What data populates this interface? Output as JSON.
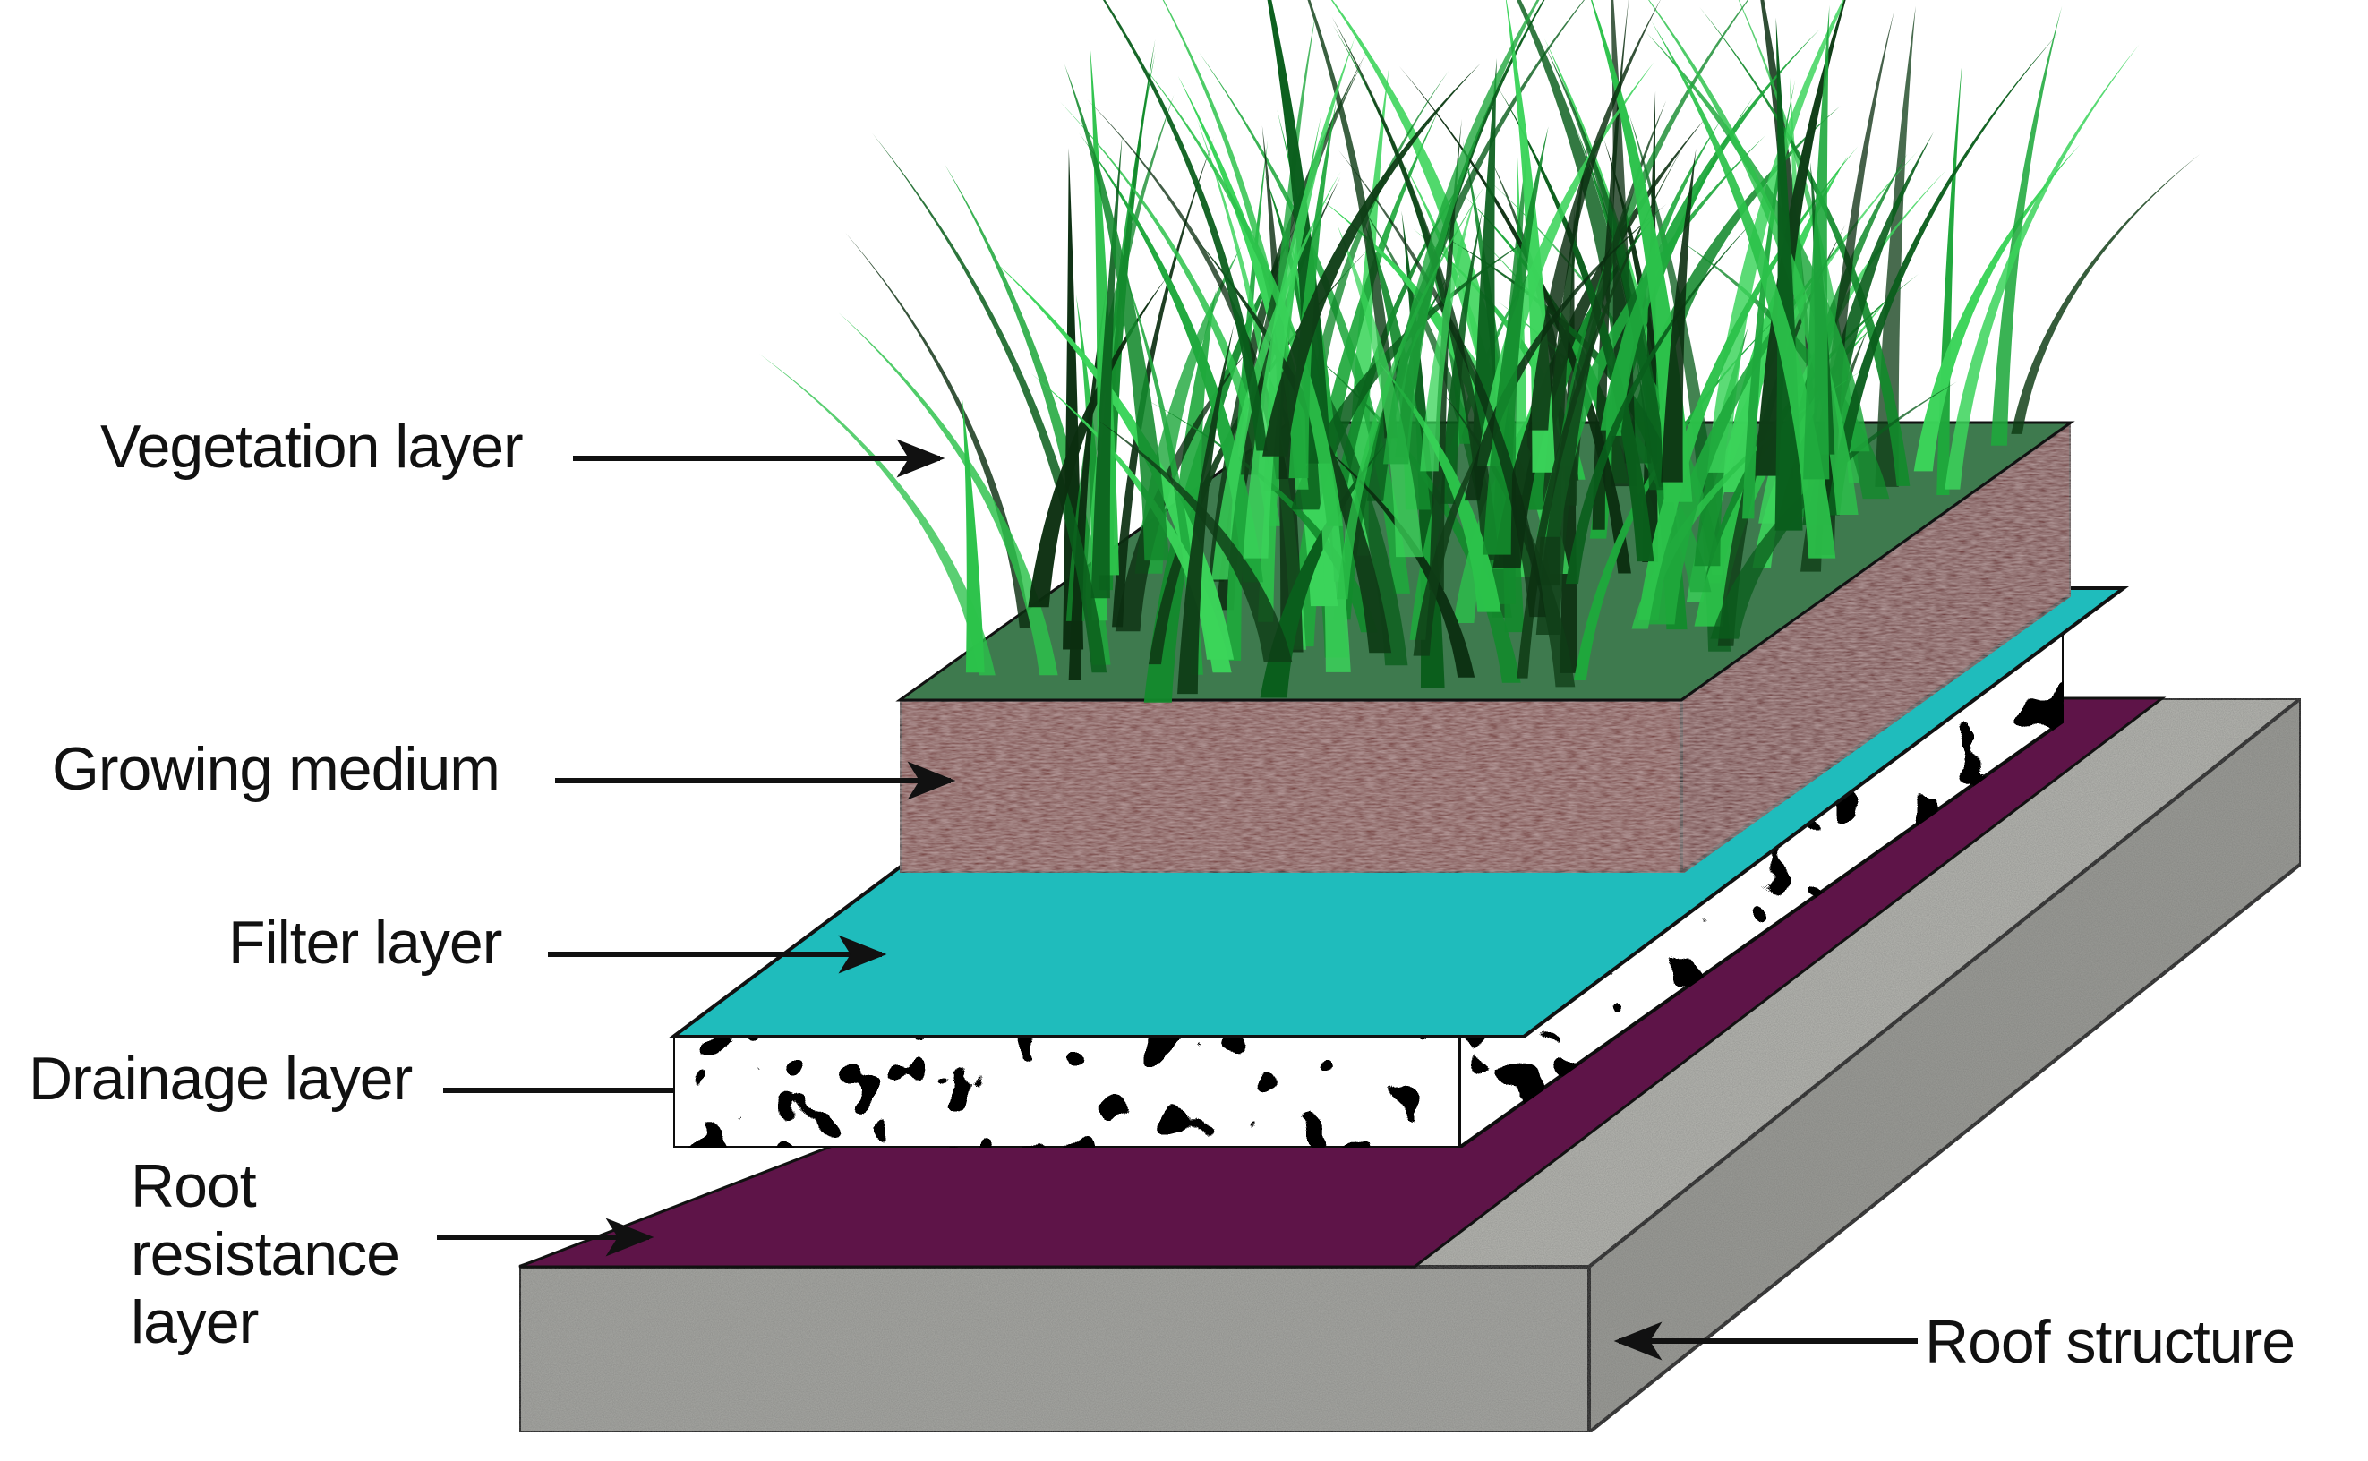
{
  "labels": {
    "vegetation": "Vegetation layer",
    "growing": "Growing medium",
    "filter": "Filter layer",
    "drainage": "Drainage layer",
    "root_line1": "Root",
    "root_line2": "resistance",
    "root_line3": "layer",
    "roof": "Roof structure"
  },
  "colors": {
    "roof": "#b8b9b4",
    "root_resistance": "#5e1448",
    "drainage_black": "#000000",
    "drainage_white": "#ffffff",
    "filter": "#1fbcbc",
    "growing_medium": "#6e2e2c",
    "vegetation": "#22a838",
    "text": "#111111"
  }
}
